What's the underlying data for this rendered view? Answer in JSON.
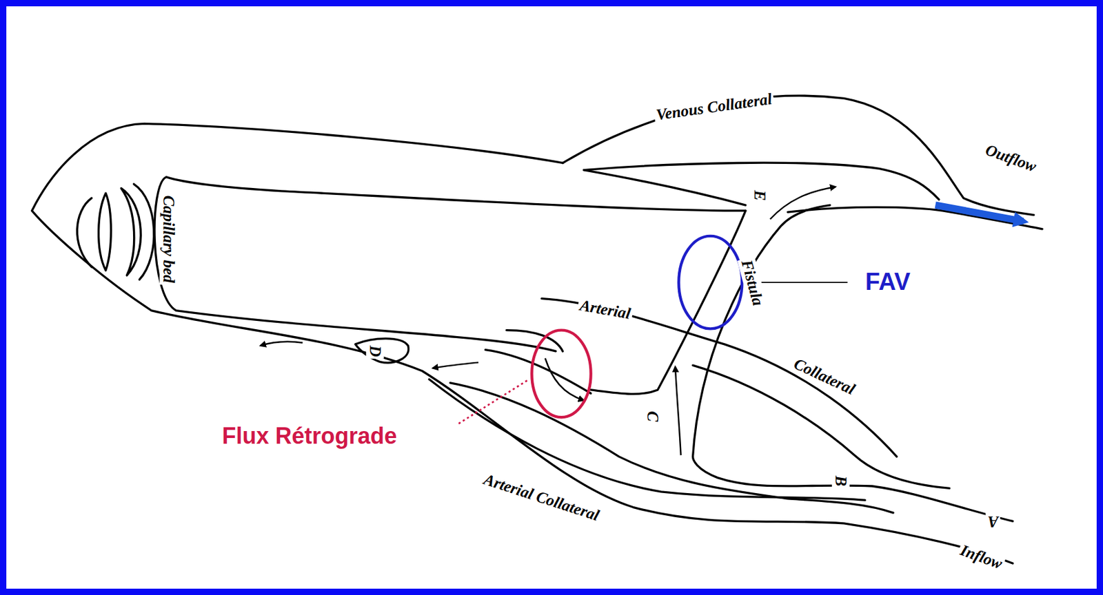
{
  "diagram": {
    "labels": [
      "Venous Collateral",
      "Outflow",
      "Capillary bed",
      "E",
      "Fistula",
      "FAV",
      "Arterial",
      "Collateral",
      "D",
      "Flux Rétrograde",
      "C",
      "Arterial Collateral",
      "B",
      "A",
      "Inflow"
    ]
  }
}
